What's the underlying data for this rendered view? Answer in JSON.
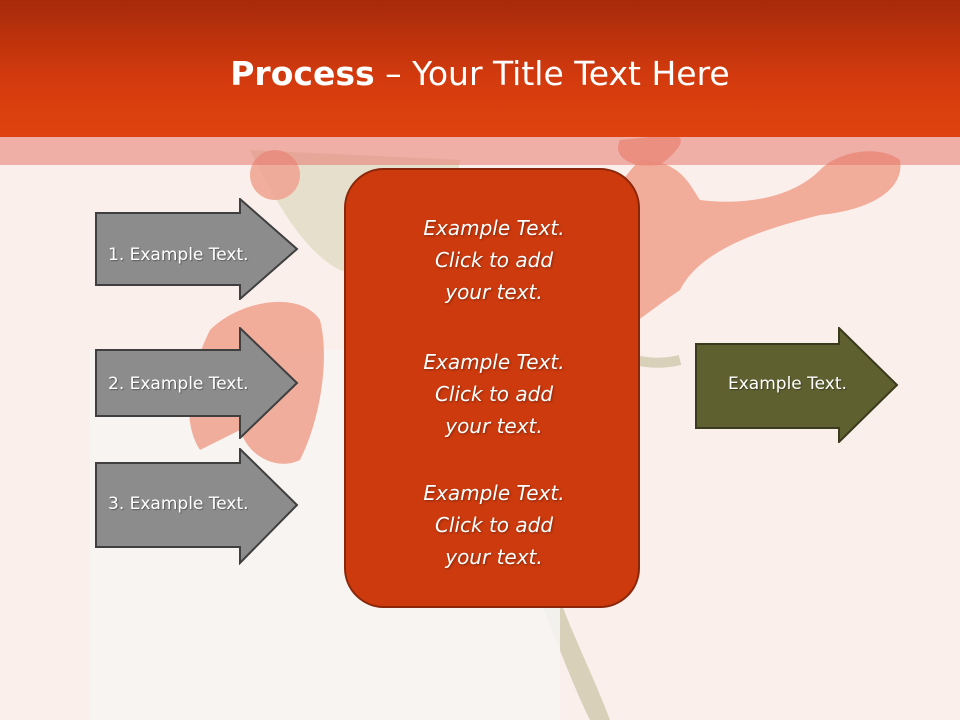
{
  "slide": {
    "title_bold": "Process",
    "title_dash": " – ",
    "title_rest": "Your Title Text Here"
  },
  "left_steps": [
    {
      "label": "1. Example Text."
    },
    {
      "label": "2. Example Text."
    },
    {
      "label": "3. Example Text."
    }
  ],
  "center_box": {
    "blocks": [
      {
        "line1": "Example Text.",
        "line2": "Click  to add",
        "line3": "your text."
      },
      {
        "line1": "Example Text.",
        "line2": "Click  to add",
        "line3": "your text."
      },
      {
        "line1": "Example Text.",
        "line2": "Click  to add",
        "line3": "your text."
      }
    ]
  },
  "output_arrow": {
    "label": "Example Text."
  },
  "colors": {
    "header": "#d23a0e",
    "center_box": "#cc3a0e",
    "step_arrow": "#8c8c8c",
    "output_arrow": "#5e6030"
  }
}
